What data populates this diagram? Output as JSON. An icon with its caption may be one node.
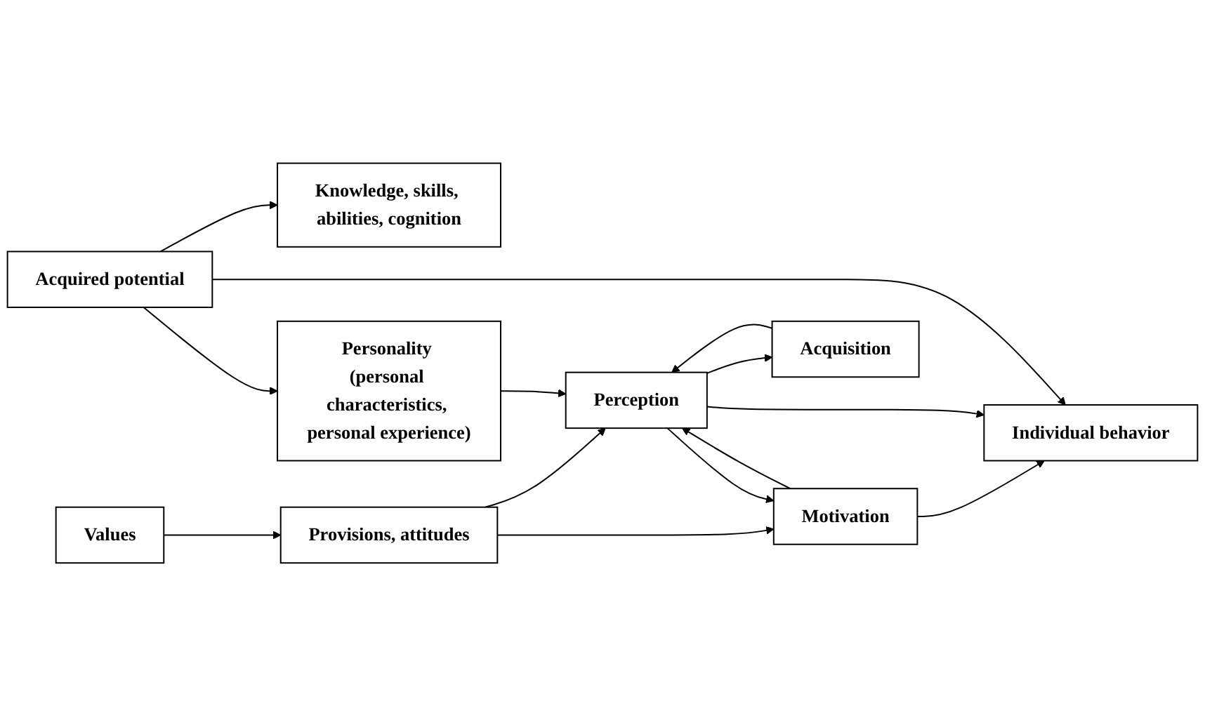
{
  "diagram": {
    "nodes": [
      {
        "text": [
          "Values"
        ]
      },
      {
        "text": [
          "Provisions, attitudes"
        ]
      },
      {
        "text": [
          "Personality (personal characteristics, personal experience)"
        ]
      },
      {
        "text": [
          "Knowledge, skills, abilities, cognition"
        ]
      },
      {
        "text": [
          "Motivation"
        ]
      },
      {
        "text": [
          "Perception"
        ]
      },
      {
        "text": [
          "Acquisition"
        ]
      },
      {
        "text": [
          "Acquired potential"
        ]
      },
      {
        "text": [
          "Individual behavior"
        ]
      }
    ],
    "edges": [
      {
        "from": 0,
        "to": 1,
        "arrow": "to"
      },
      {
        "from": 1,
        "to": 4,
        "arrow": "to"
      },
      {
        "from": 1,
        "to": 5,
        "arrow": "to"
      },
      {
        "from": 2,
        "to": 5,
        "arrow": "to"
      },
      {
        "from": 4,
        "to": 5,
        "arrow": "to"
      },
      {
        "from": 5,
        "to": 4,
        "arrow": "to"
      },
      {
        "from": 5,
        "to": 6,
        "arrow": "to"
      },
      {
        "from": 6,
        "to": 5,
        "arrow": "to"
      },
      {
        "from": 4,
        "to": 8,
        "arrow": "to"
      },
      {
        "from": 5,
        "to": 8,
        "arrow": "to"
      },
      {
        "from": 7,
        "to": 8,
        "arrow": "to"
      },
      {
        "from": 7,
        "to": 2,
        "arrow": "to"
      },
      {
        "from": 7,
        "to": 3,
        "arrow": "to"
      }
    ]
  }
}
